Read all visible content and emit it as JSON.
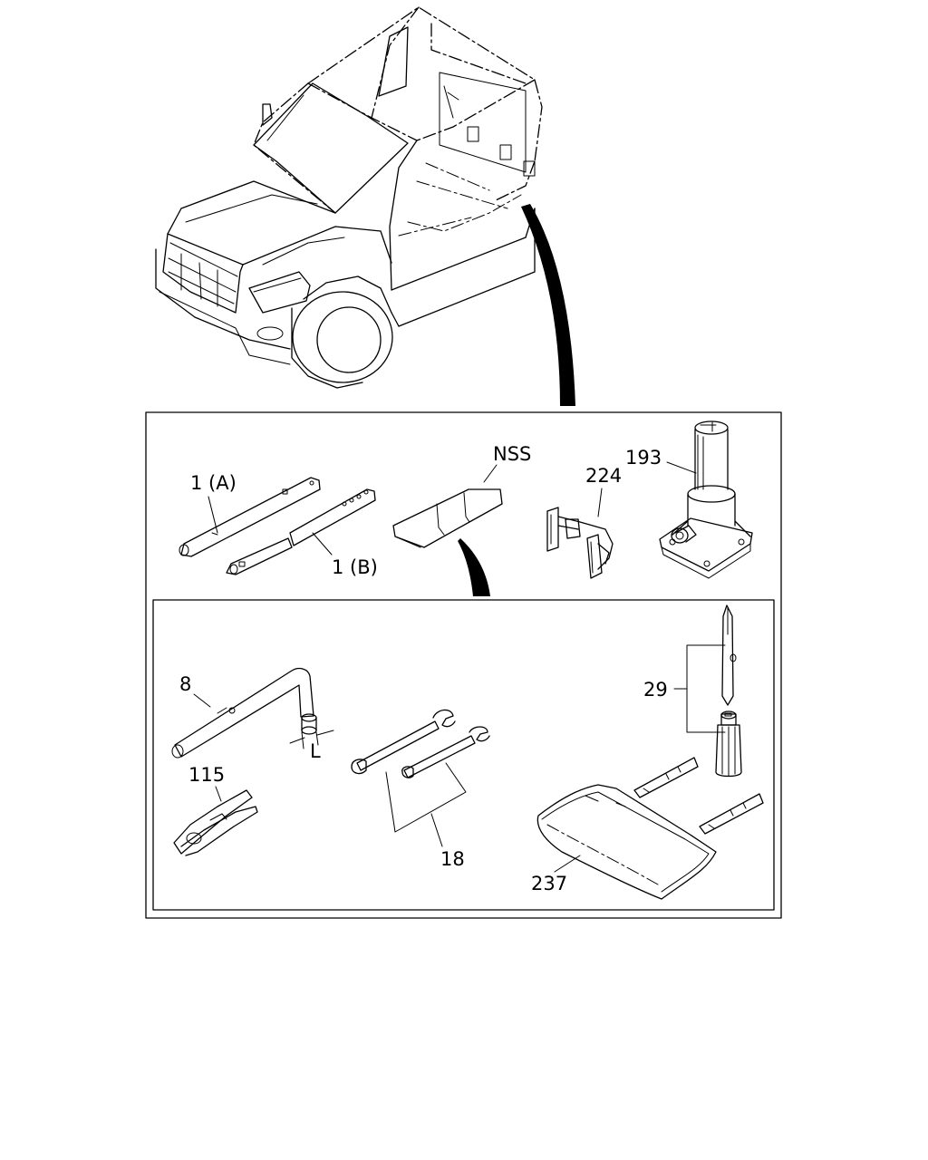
{
  "labels": {
    "wrench_bar_a": "1 (A)",
    "wrench_bar_b": "1 (B)",
    "nss": "NSS",
    "strap": "224",
    "jack": "193",
    "lug_wrench": "8",
    "dimension": "L",
    "pliers": "115",
    "spanners": "18",
    "screwdriver": "29",
    "tool_bag": "237"
  }
}
